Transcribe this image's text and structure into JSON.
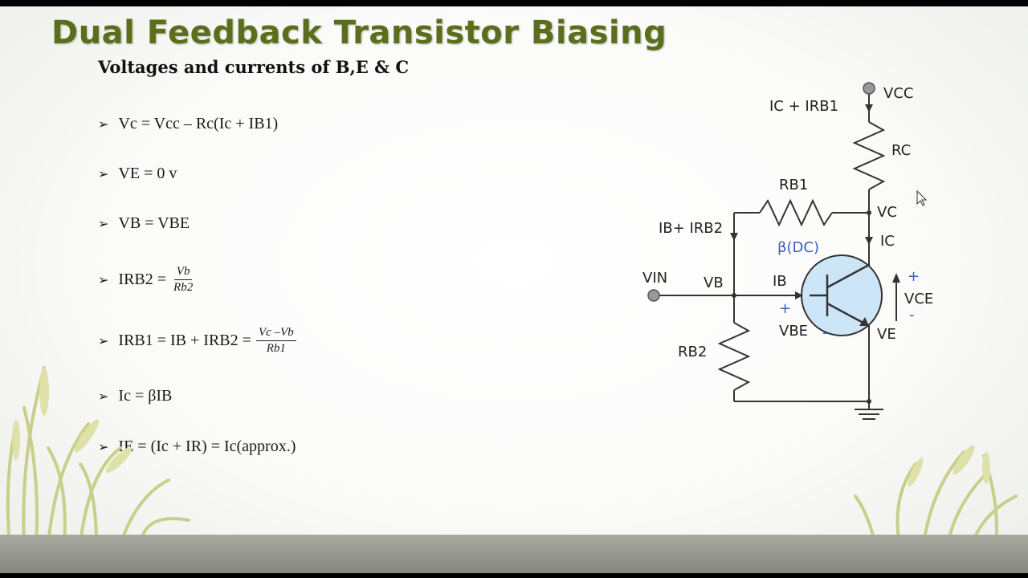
{
  "slide": {
    "title": "Dual Feedback Transistor Biasing",
    "subtitle": "Voltages and currents of B,E & C",
    "equations": [
      {
        "text": "Vc = Vcc – Rc(Ic + IB1)"
      },
      {
        "text": "VE = 0 v"
      },
      {
        "text": "VB = VBE"
      },
      {
        "text": "IRB2 = ",
        "frac_num": "Vb",
        "frac_den": "Rb2"
      },
      {
        "text": "IRB1 = IB + IRB2 = ",
        "frac_num": "Vc –Vb",
        "frac_den": "Rb1"
      },
      {
        "text": "Ic = βIB"
      },
      {
        "text": "IE = (Ic + IR) = Ic(approx.)"
      }
    ]
  },
  "circuit": {
    "labels": {
      "vcc": "VCC",
      "top_current": "IC + IRB1",
      "rc": "RC",
      "rb1": "RB1",
      "vc": "VC",
      "ib_irb2": "IB+ IRB2",
      "beta": "β(DC)",
      "ic": "IC",
      "vin": "VIN",
      "vb": "VB",
      "ib": "IB",
      "vce": "VCE",
      "vbe": "VBE",
      "ve": "VE",
      "rb2": "RB2",
      "plus1": "+",
      "plus2": "+",
      "minus1": "-",
      "minus2": "-"
    }
  },
  "colors": {
    "title": "#5a6e1c",
    "transistor_fill": "#cde6f7",
    "label_blue": "#3a5fb8"
  }
}
